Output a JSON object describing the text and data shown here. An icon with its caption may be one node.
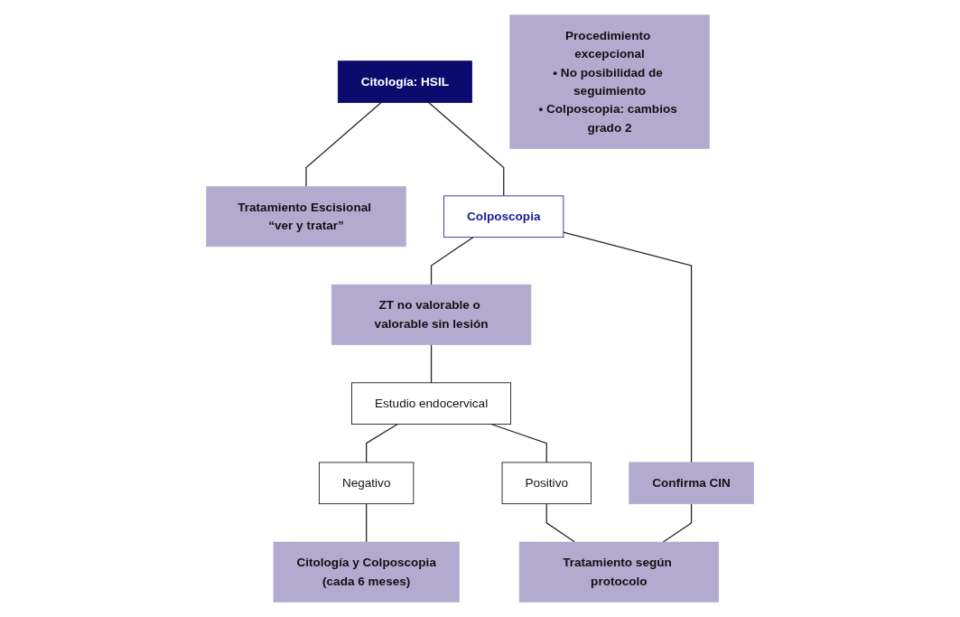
{
  "diagram": {
    "nodes": [
      {
        "text": [
          "Citología: HSIL"
        ]
      },
      {
        "text": [
          "Tratamiento Escisional “ver y tratar”"
        ]
      },
      {
        "text": [
          "Colposcopia"
        ]
      },
      {
        "text": [
          "Procedimiento excepcional",
          "• No posibilidad de seguimiento",
          "• Colposcopia: cambios grado 2"
        ]
      },
      {
        "text": [
          "ZT no valorable o valorable sin lesión"
        ]
      },
      {
        "text": [
          "Confirma CIN"
        ]
      },
      {
        "text": [
          "Estudio endocervical"
        ]
      },
      {
        "text": [
          "Negativo"
        ]
      },
      {
        "text": [
          "Positivo"
        ]
      },
      {
        "text": [
          "Citología y Colposcopia",
          "(cada 6 meses)"
        ]
      },
      {
        "text": [
          "Tratamiento según protocolo"
        ]
      }
    ],
    "edges": [
      {
        "from": 0,
        "to": 1,
        "arrow": "none"
      },
      {
        "from": 0,
        "to": 2,
        "arrow": "none"
      },
      {
        "from": 2,
        "to": 4,
        "arrow": "none"
      },
      {
        "from": 2,
        "to": 5,
        "arrow": "none"
      },
      {
        "from": 4,
        "to": 6,
        "arrow": "none"
      },
      {
        "from": 6,
        "to": 7,
        "arrow": "none"
      },
      {
        "from": 6,
        "to": 8,
        "arrow": "none"
      },
      {
        "from": 7,
        "to": 9,
        "arrow": "none"
      },
      {
        "from": 8,
        "to": 10,
        "arrow": "none"
      },
      {
        "from": 5,
        "to": 10,
        "arrow": "none"
      }
    ]
  }
}
